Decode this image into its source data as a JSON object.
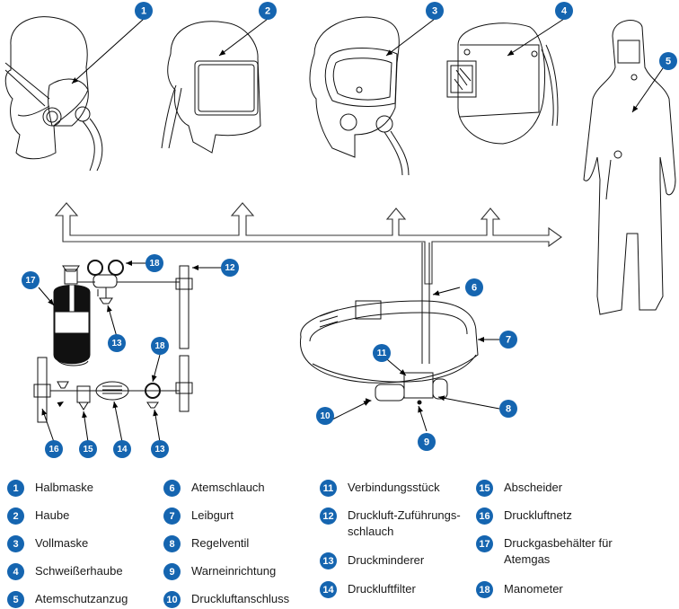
{
  "accent_color": "#1565b0",
  "figure": {
    "callouts": [
      {
        "number": "1",
        "target": "Halbmaske"
      },
      {
        "number": "2",
        "target": "Haube"
      },
      {
        "number": "3",
        "target": "Vollmaske"
      },
      {
        "number": "4",
        "target": "Schweißerhaube"
      },
      {
        "number": "5",
        "target": "Atemschutzanzug"
      },
      {
        "number": "6",
        "target": "Atemschlauch"
      },
      {
        "number": "7",
        "target": "Leibgurt"
      },
      {
        "number": "8",
        "target": "Regelventil"
      },
      {
        "number": "9",
        "target": "Warneinrichtung"
      },
      {
        "number": "10",
        "target": "Druckluftanschluss"
      },
      {
        "number": "11",
        "target": "Verbindungsstück"
      },
      {
        "number": "12",
        "target": "Druckluft-Zuführungsschlauch"
      },
      {
        "number": "13",
        "target": "Druckminderer (Flasche)"
      },
      {
        "number": "13",
        "target": "Druckminderer (Netz)"
      },
      {
        "number": "14",
        "target": "Druckluftfilter"
      },
      {
        "number": "15",
        "target": "Abscheider"
      },
      {
        "number": "16",
        "target": "Druckluftnetz"
      },
      {
        "number": "17",
        "target": "Druckgasbehälter für Atemgas"
      },
      {
        "number": "18",
        "target": "Manometer (Flasche)"
      },
      {
        "number": "18",
        "target": "Manometer (Netz)"
      }
    ]
  },
  "legend": {
    "items": [
      {
        "number": "1",
        "label": "Halbmaske"
      },
      {
        "number": "2",
        "label": "Haube"
      },
      {
        "number": "3",
        "label": "Vollmaske"
      },
      {
        "number": "4",
        "label": "Schweißerhaube"
      },
      {
        "number": "5",
        "label": "Atemschutzanzug"
      },
      {
        "number": "6",
        "label": "Atemschlauch"
      },
      {
        "number": "7",
        "label": "Leibgurt"
      },
      {
        "number": "8",
        "label": "Regelventil"
      },
      {
        "number": "9",
        "label": "Warneinrichtung"
      },
      {
        "number": "10",
        "label": "Druckluftanschluss"
      },
      {
        "number": "11",
        "label": "Verbindungsstück"
      },
      {
        "number": "12",
        "label": "Druckluft-Zuführungs-\nschlauch"
      },
      {
        "number": "13",
        "label": "Druckminderer"
      },
      {
        "number": "14",
        "label": "Druckluftfilter"
      },
      {
        "number": "15",
        "label": "Abscheider"
      },
      {
        "number": "16",
        "label": "Druckluftnetz"
      },
      {
        "number": "17",
        "label": "Druckgasbehälter für\nAtemgas"
      },
      {
        "number": "18",
        "label": "Manometer"
      }
    ]
  }
}
